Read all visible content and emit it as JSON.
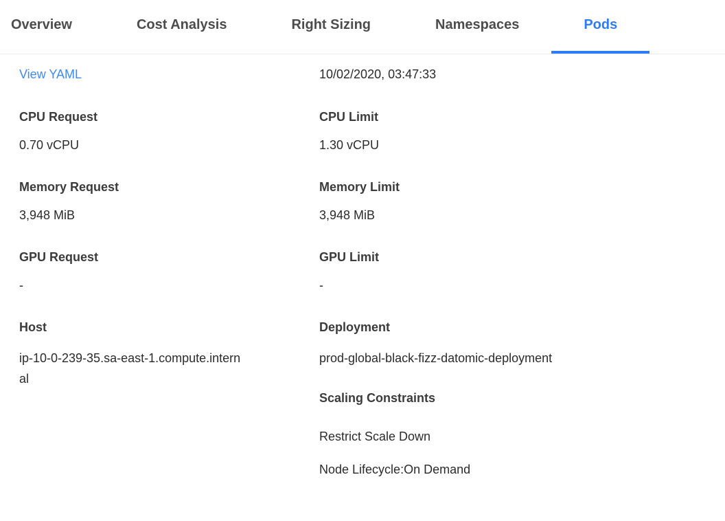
{
  "tabs": {
    "items": [
      {
        "label": "Overview",
        "active": false
      },
      {
        "label": "Cost Analysis",
        "active": false
      },
      {
        "label": "Right Sizing",
        "active": false
      },
      {
        "label": "Namespaces",
        "active": false
      },
      {
        "label": "Pods",
        "active": true
      }
    ]
  },
  "panel": {
    "view_yaml_label": "View YAML",
    "timestamp": "10/02/2020, 03:47:33",
    "fields": {
      "cpu_request": {
        "label": "CPU Request",
        "value": "0.70 vCPU"
      },
      "cpu_limit": {
        "label": "CPU Limit",
        "value": "1.30 vCPU"
      },
      "memory_request": {
        "label": "Memory Request",
        "value": "3,948 MiB"
      },
      "memory_limit": {
        "label": "Memory Limit",
        "value": "3,948 MiB"
      },
      "gpu_request": {
        "label": "GPU Request",
        "value": "-"
      },
      "gpu_limit": {
        "label": "GPU Limit",
        "value": "-"
      },
      "host": {
        "label": "Host",
        "value": "ip-10-0-239-35.sa-east-1.compute.internal"
      },
      "deployment": {
        "label": "Deployment",
        "value": "prod-global-black-fizz-datomic-deployment"
      }
    },
    "scaling_constraints": {
      "label": "Scaling Constraints",
      "items": [
        "Restrict Scale Down",
        "Node Lifecycle:On Demand"
      ]
    }
  },
  "colors": {
    "active_tab": "#2e7cf6",
    "inactive_tab": "#4c4c4c",
    "link": "#3d8af7",
    "label_text": "#3b3b3b",
    "value_text": "#2b2b2b",
    "divider": "#ececec"
  }
}
